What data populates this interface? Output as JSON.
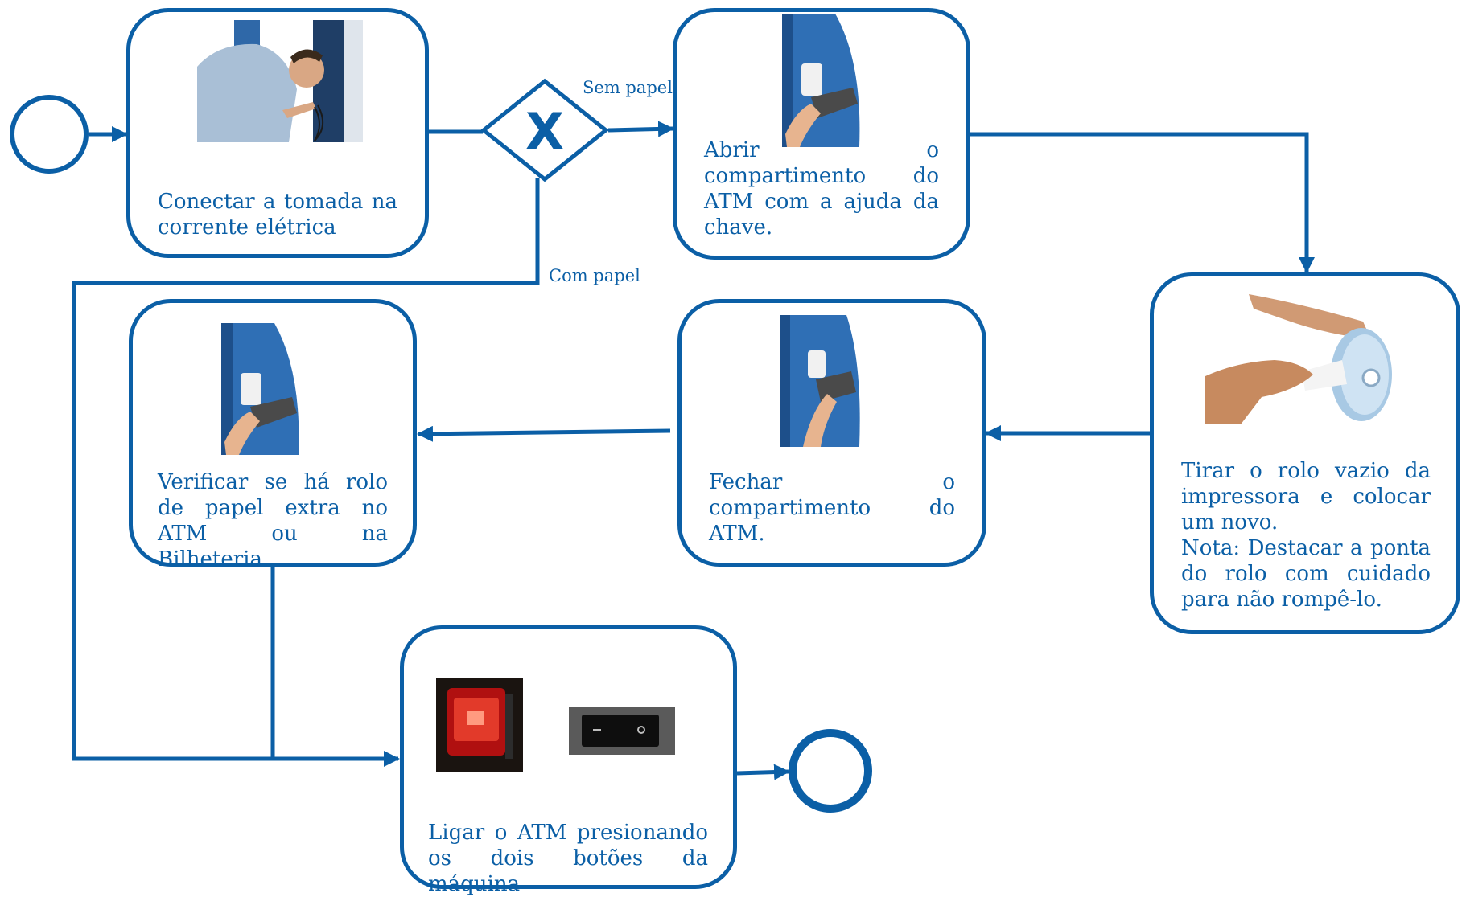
{
  "colors": {
    "accent": "#0b5fa6",
    "background": "#ffffff"
  },
  "events": {
    "start": {
      "kind": "start-event"
    },
    "end": {
      "kind": "end-event"
    }
  },
  "gateway": {
    "symbol": "X",
    "branch_no_paper": "Sem papel",
    "branch_with_paper": "Com papel"
  },
  "tasks": {
    "connect_power": {
      "text": "Conectar a tomada na corrente elétrica",
      "image": "man-plugging-cable-photo"
    },
    "open_compartment": {
      "text": "Abrir o compartimento do ATM com a ajuda da chave.",
      "image": "atm-compartment-paper-roll-photo"
    },
    "replace_roll": {
      "text": "Tirar o rolo vazio da impressora e colocar um novo.",
      "note": "Nota: Destacar a ponta do rolo com cuidado para não rompê-lo.",
      "image": "hands-paper-roll-photo"
    },
    "close_compartment": {
      "text": "Fechar o compartimento do ATM.",
      "image": "atm-compartment-closing-photo"
    },
    "check_extra_roll": {
      "text": "Verificar se há rolo de papel extra no ATM ou na Bilheteria.",
      "image": "atm-compartment-paper-roll-photo"
    },
    "power_on": {
      "text": "Ligar o ATM presionando os dois botões da máquina",
      "images": [
        "red-power-switch-photo",
        "black-rocker-switch-photo"
      ]
    }
  }
}
